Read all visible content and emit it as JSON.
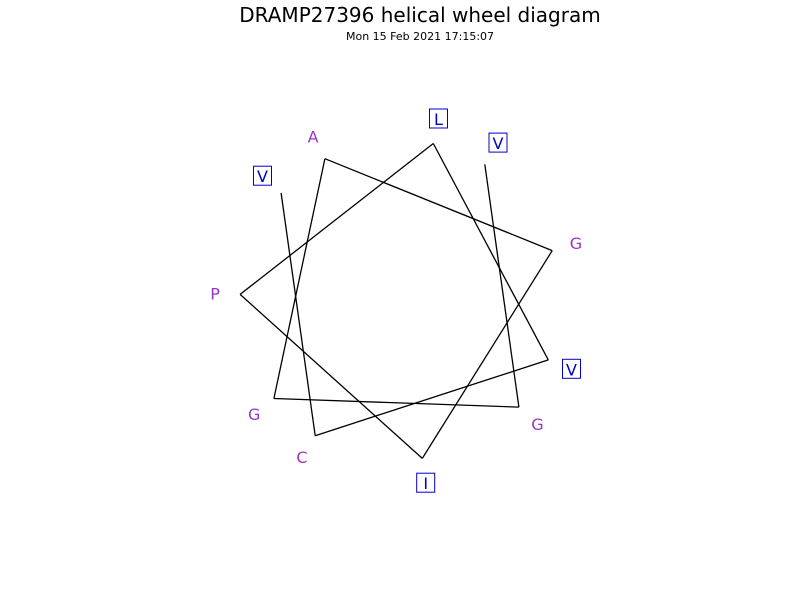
{
  "title": "DRAMP27396 helical wheel diagram",
  "timestamp": "Mon 15 Feb 2021 17:15:07",
  "colors": {
    "hydrophobic": "#0000cc",
    "polar": "#9933cc",
    "line": "#000000"
  },
  "residues": [
    {
      "letter": "V",
      "boxed": true,
      "class": "hydrophobic"
    },
    {
      "letter": "G",
      "boxed": false,
      "class": "polar"
    },
    {
      "letter": "G",
      "boxed": false,
      "class": "polar"
    },
    {
      "letter": "A",
      "boxed": false,
      "class": "polar"
    },
    {
      "letter": "G",
      "boxed": false,
      "class": "polar"
    },
    {
      "letter": "I",
      "boxed": true,
      "class": "hydrophobic"
    },
    {
      "letter": "P",
      "boxed": false,
      "class": "polar"
    },
    {
      "letter": "L",
      "boxed": true,
      "class": "hydrophobic"
    },
    {
      "letter": "V",
      "boxed": true,
      "class": "hydrophobic"
    },
    {
      "letter": "C",
      "boxed": false,
      "class": "polar"
    },
    {
      "letter": "V",
      "boxed": true,
      "class": "hydrophobic"
    }
  ]
}
